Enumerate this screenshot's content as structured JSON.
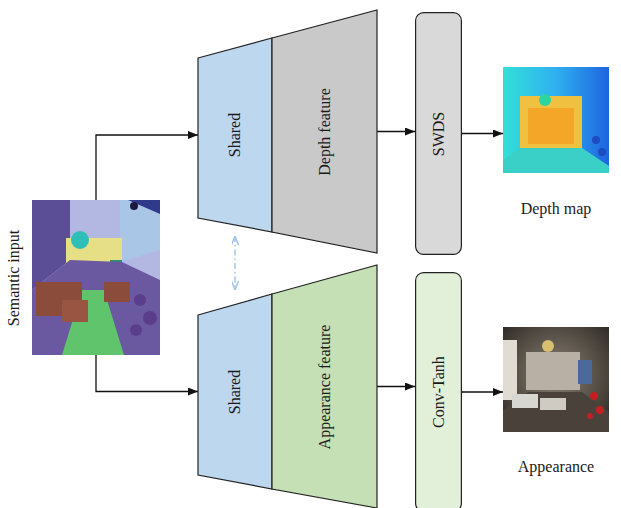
{
  "diagram": {
    "nodes": [
      {
        "text": [
          "Semantic input"
        ]
      },
      {
        "text": [
          "Shared"
        ]
      },
      {
        "text": [
          "Depth feature"
        ]
      },
      {
        "text": [
          "SWDS"
        ]
      },
      {
        "text": [
          "Depth map"
        ]
      },
      {
        "text": [
          "Shared"
        ]
      },
      {
        "text": [
          "Appearance feature"
        ]
      },
      {
        "text": [
          "Conv-Tanh"
        ]
      },
      {
        "text": [
          "Appearance"
        ]
      }
    ],
    "edges": [
      {
        "from": 0,
        "to": 1,
        "arrow": "to"
      },
      {
        "from": 0,
        "to": 5,
        "arrow": "to"
      },
      {
        "from": 1,
        "to": 5,
        "arrow": "both"
      },
      {
        "from": 2,
        "to": 3,
        "arrow": "to"
      },
      {
        "from": 3,
        "to": 4,
        "arrow": "to"
      },
      {
        "from": 6,
        "to": 7,
        "arrow": "to"
      },
      {
        "from": 7,
        "to": 8,
        "arrow": "to"
      }
    ]
  }
}
